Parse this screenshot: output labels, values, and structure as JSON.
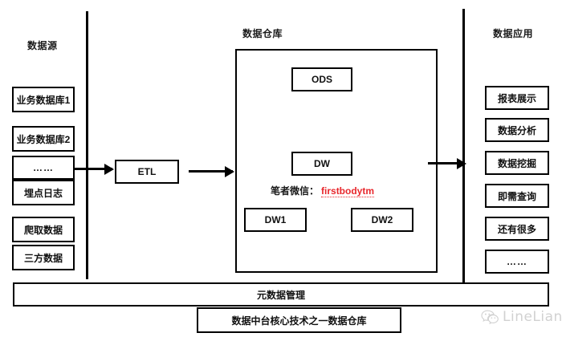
{
  "diagram": {
    "sections": {
      "source_title": "数据源",
      "warehouse_title": "数据仓库",
      "application_title": "数据应用"
    },
    "source_items": [
      {
        "label": "业务数据库1"
      },
      {
        "label": "业务数据库2"
      },
      {
        "label": "……"
      },
      {
        "label": "埋点日志"
      },
      {
        "label": "爬取数据"
      },
      {
        "label": "三方数据"
      }
    ],
    "etl": {
      "label": "ETL"
    },
    "warehouse_items": [
      {
        "label": "ODS"
      },
      {
        "label": "DW"
      },
      {
        "label": "DW1"
      },
      {
        "label": "DW2"
      }
    ],
    "application_items": [
      {
        "label": "报表展示"
      },
      {
        "label": "数据分析"
      },
      {
        "label": "数据挖掘"
      },
      {
        "label": "即需查询"
      },
      {
        "label": "还有很多"
      },
      {
        "label": "……"
      }
    ],
    "wechat_note": {
      "prefix": "笔者微信：",
      "handle": "firstbodytm"
    },
    "metadata_bar": {
      "label": "元数据管理"
    },
    "caption_bar": {
      "label": "数据中台核心技术之一数据仓库"
    },
    "watermark": {
      "text": "LineLian",
      "icon": "wechat-icon"
    },
    "colors": {
      "stroke": "#000000",
      "background": "#ffffff",
      "text": "#111111",
      "accent_red": "#e8272c",
      "watermark_gray": "#9a9a9a"
    }
  }
}
